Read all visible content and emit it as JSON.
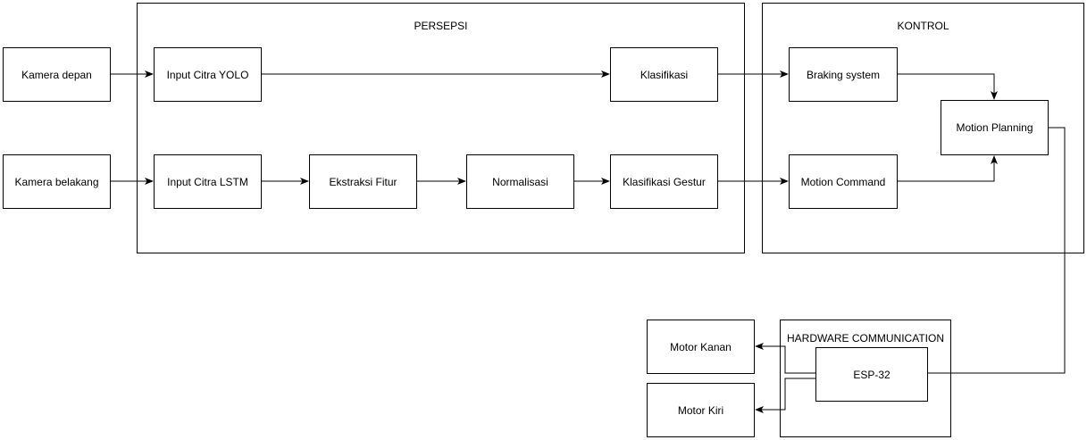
{
  "groups": {
    "persepsi": "PERSEPSI",
    "kontrol": "KONTROL",
    "hardware": "HARDWARE COMMUNICATION"
  },
  "nodes": {
    "kamera_depan": "Kamera depan",
    "kamera_belakang": "Kamera belakang",
    "input_yolo": "Input Citra YOLO",
    "klasifikasi": "Klasifikasi",
    "input_lstm": "Input Citra LSTM",
    "ekstraksi": "Ekstraksi Fitur",
    "normalisasi": "Normalisasi",
    "klasifikasi_gestur": "Klasifikasi Gestur",
    "braking": "Braking system",
    "motion_command": "Motion Command",
    "motion_planning": "Motion Planning",
    "esp32": "ESP-32",
    "motor_kanan": "Motor Kanan",
    "motor_kiri": "Motor Kiri"
  },
  "colors": {
    "stroke": "#000000",
    "background": "#ffffff"
  }
}
